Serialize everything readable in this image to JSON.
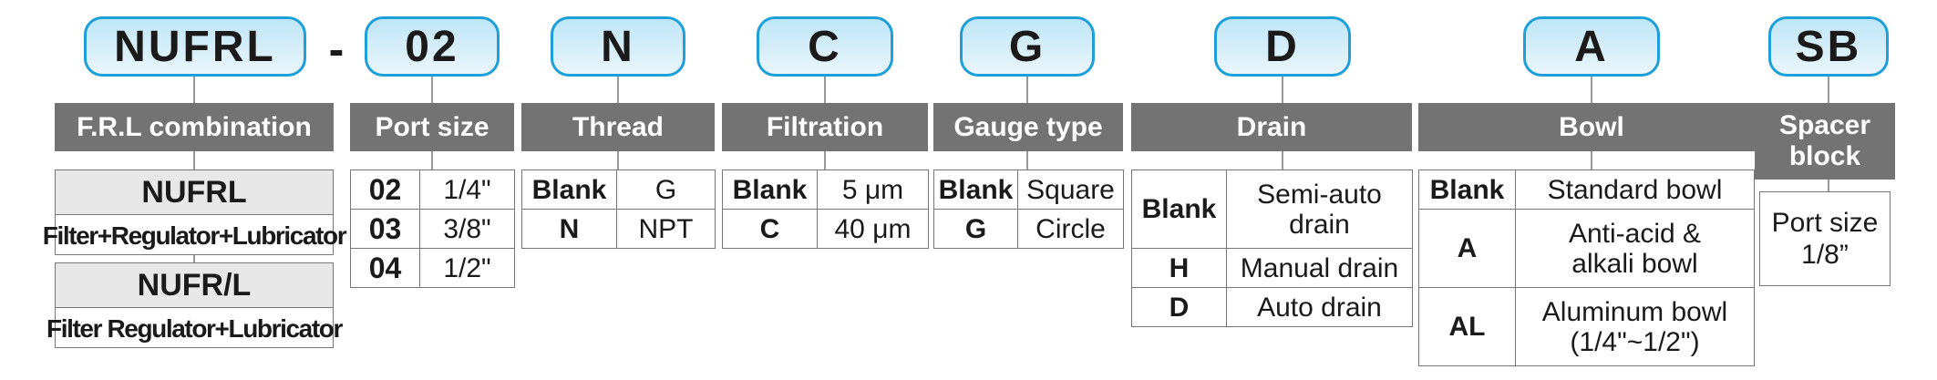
{
  "codes": {
    "model": "NUFRL",
    "separator": "-",
    "port": "02",
    "thread": "N",
    "filtration": "C",
    "gauge": "G",
    "drain": "D",
    "bowl": "A",
    "spacer": "SB"
  },
  "headers": {
    "frl": "F.R.L combination",
    "port": "Port size",
    "thread": "Thread",
    "filtration": "Filtration",
    "gauge": "Gauge type",
    "drain": "Drain",
    "bowl": "Bowl",
    "spacer": "Spacer block"
  },
  "frl": [
    {
      "code": "NUFRL",
      "desc": "Filter+Regulator+Lubricator"
    },
    {
      "code": "NUFR/L",
      "desc": "Filter Regulator+Lubricator"
    }
  ],
  "port": [
    {
      "code": "02",
      "value": "1/4\""
    },
    {
      "code": "03",
      "value": "3/8\""
    },
    {
      "code": "04",
      "value": "1/2\""
    }
  ],
  "thread": [
    {
      "code": "Blank",
      "value": "G"
    },
    {
      "code": "N",
      "value": "NPT"
    }
  ],
  "filtration": [
    {
      "code": "Blank",
      "value": "5 μm"
    },
    {
      "code": "C",
      "value": "40 μm"
    }
  ],
  "gauge": [
    {
      "code": "Blank",
      "value": "Square"
    },
    {
      "code": "G",
      "value": "Circle"
    }
  ],
  "drain": [
    {
      "code": "Blank",
      "value": "Semi-auto drain"
    },
    {
      "code": "H",
      "value": "Manual drain"
    },
    {
      "code": "D",
      "value": "Auto drain"
    }
  ],
  "bowl": [
    {
      "code": "Blank",
      "value": "Standard bowl"
    },
    {
      "code": "A",
      "value": "Anti-acid & alkali bowl"
    },
    {
      "code": "AL",
      "value": "Aluminum bowl (1/4\"~1/2\")"
    }
  ],
  "spacer": {
    "value": "Port size 1/8”"
  }
}
